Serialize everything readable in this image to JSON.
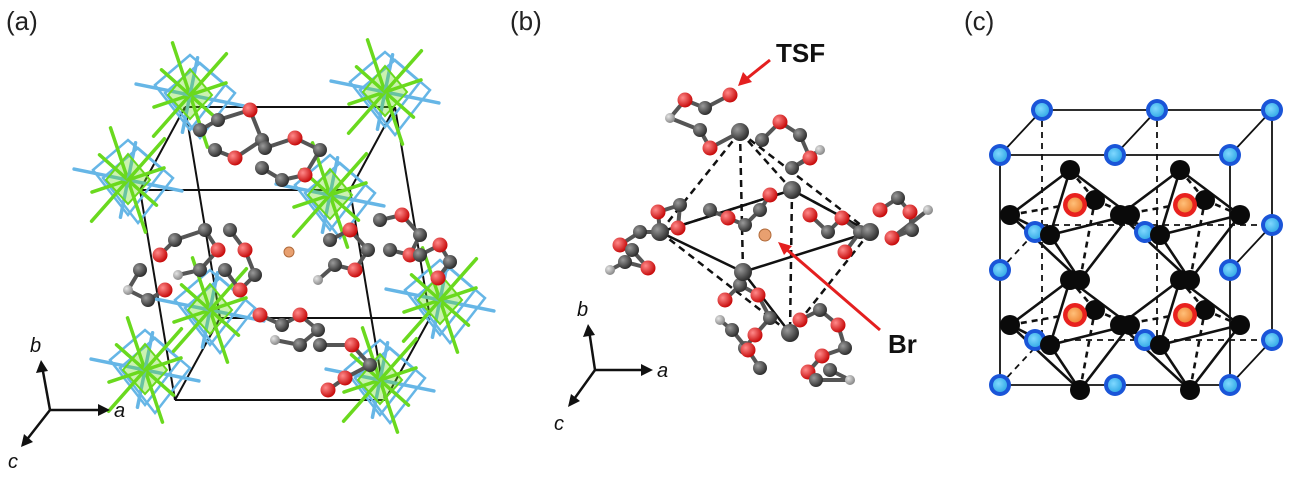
{
  "panels": [
    {
      "label": "(a)",
      "axes": {
        "a": "a",
        "b": "b",
        "c": "c"
      }
    },
    {
      "label": "(b)",
      "axes": {
        "a": "a",
        "b": "b",
        "c": "c"
      },
      "callouts": {
        "tsf": "TSF",
        "br": "Br"
      }
    },
    {
      "label": "(c)"
    }
  ],
  "colors": {
    "oxygen": "#e41f1f",
    "carbon": "#4a4a4a",
    "hydrogen": "#a8a8a8",
    "bromine": "#e8a070",
    "octahedron_green": "#6ad91e",
    "octahedron_blue": "#66b6e6",
    "site_blue": "#1a55d8",
    "site_light": "#4dc3f2",
    "site_black": "#0a0a0a",
    "site_red": "#e8211e",
    "site_orange": "#f59f56",
    "arrow_red": "#e41f1f"
  }
}
